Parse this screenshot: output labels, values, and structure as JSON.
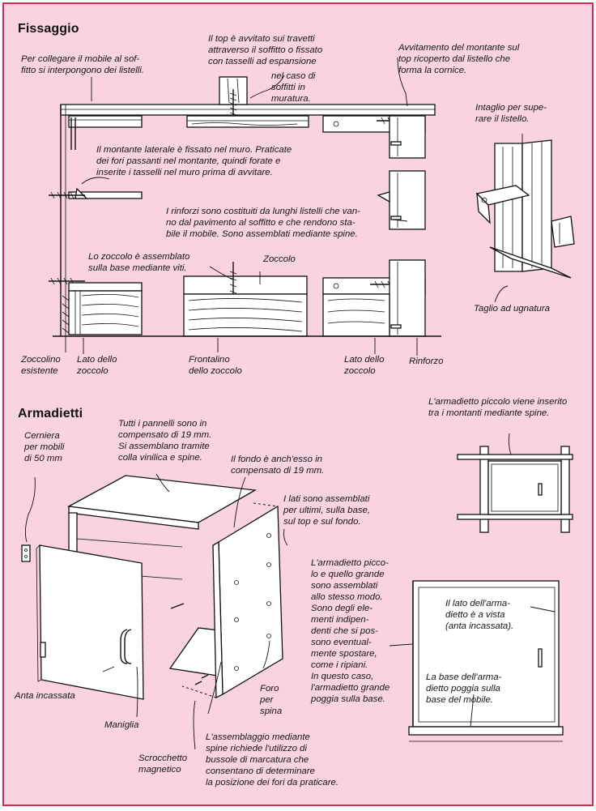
{
  "sections": {
    "fissaggio_title": "Fissaggio",
    "armadietti_title": "Armadietti"
  },
  "fissaggio": {
    "soffitto_listelli": "Per collegare il mobile al sof-\nfitto si interpongono dei listelli.",
    "top_avvitato": "Il top è avvitato sui travetti\nattraverso il soffitto o fissato\ncon tasselli ad espansione",
    "nel_caso": "nel caso di\nsoffitti in\nmuratura.",
    "avvitamento_montante": "Avvitamento del montante sul\ntop ricoperto dal listello che\nforma la cornice.",
    "intaglio": "Intaglio per supe-\nrare il listello.",
    "montante_laterale": "Il montante laterale è fissato nel muro. Praticate\ndei fori passanti nel montante, quindi forate e\ninserite i tasselli nel muro prima di avvitare.",
    "rinforzi": "I rinforzi sono costituiti da lunghi listelli che van-\nno dal pavimento al soffitto e che rendono sta-\nbile il mobile. Sono assemblati mediante spine.",
    "zoccolo_assemblato": "Lo zoccolo è assemblato\nsulla base mediante viti.",
    "zoccolo": "Zoccolo",
    "taglio_ugnatura": "Taglio ad ugnatura",
    "zoccolino_esistente": "Zoccolino\nesistente",
    "lato_zoccolo_left": "Lato dello\nzoccolo",
    "frontalino": "Frontalino\ndello zoccolo",
    "lato_zoccolo_right": "Lato dello\nzoccolo",
    "rinforzo": "Rinforzo"
  },
  "armadietti": {
    "cerniera": "Cerniera\nper mobili\ndi 50 mm",
    "pannelli": "Tutti i pannelli sono in\ncompensato di 19 mm.\nSi assemblano tramite\ncolla vinilica e spine.",
    "fondo": "Il fondo è anch'esso in\ncompensato di 19 mm.",
    "lati": "I lati sono assemblati\nper ultimi, sulla base,\nsul top e sul fondo.",
    "armadietto_piccolo_inserito": "L'armadietto piccolo viene inserito\ntra i montanti mediante spine.",
    "piccolo_grande": "L'armadietto picco-\nlo e quello grande\nsono assemblati\nallo stesso modo.\nSono degli ele-\nmenti indipen-\ndenti che si pos-\nsono eventual-\nmente spostare,\ncome i ripiani.\nIn questo caso,\nl'armadietto grande\npoggia sulla base.",
    "lato_vista": "Il lato dell'arma-\ndietto è a vista\n(anta incassata).",
    "base_poggia": "La base dell'arma-\ndietto poggia sulla\nbase del mobile.",
    "anta_incassata": "Anta incassata",
    "maniglia": "Maniglia",
    "scrocchetto": "Scrocchetto\nmagnetico",
    "foro_spina": "Foro\nper\nspina",
    "assemblaggio": "L'assemblaggio mediante\nspine richiede l'utilizzo di\nbussole di marcatura che\nconsentano di determinare\nla posizione dei fori da praticare."
  },
  "colors": {
    "background": "#f9d4e0",
    "border": "#d62a52",
    "ink": "#111111"
  }
}
